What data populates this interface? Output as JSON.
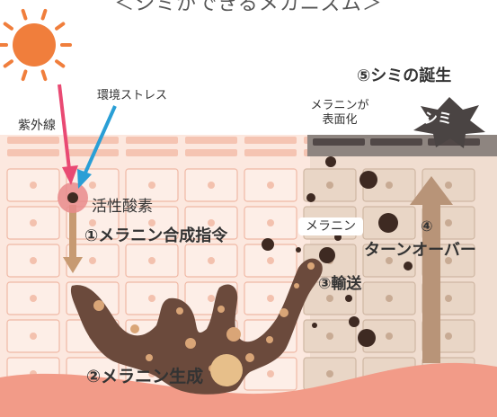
{
  "title": "＜シミができるメカニズム＞",
  "labels": {
    "uv": "紫外線",
    "stress": "環境ストレス",
    "active_oxygen": "活性酸素",
    "step1": "①メラニン合成指令",
    "step2": "②メラニン生成",
    "step3": "③輸送",
    "step4_number": "④",
    "step4": "ターンオーバー",
    "step5": "⑤シミの誕生",
    "melanin_surface_line1": "メラニンが",
    "melanin_surface_line2": "表面化",
    "melanin": "メラニン",
    "shimi": "シミ"
  },
  "colors": {
    "sun": "#f07e3c",
    "uv_arrow": "#e94a73",
    "stress_arrow": "#2a9fd6",
    "skin_bg": "#fce8df",
    "cell_border": "#f0b8a5",
    "dermis": "#f29b88",
    "melanocyte": "#6b4a3c",
    "melanin_dot": "#3e2a22",
    "turnover_arrow": "#b89478",
    "surface_layer": "#5c5452"
  }
}
